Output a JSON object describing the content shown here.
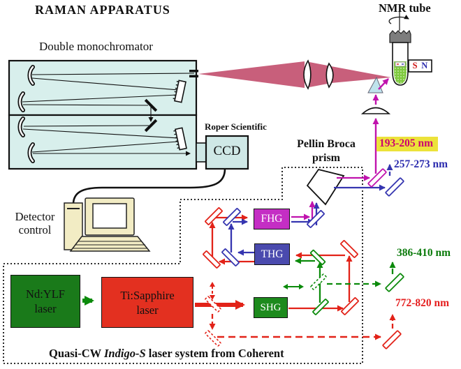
{
  "title": "RAMAN APPARATUS",
  "labels": {
    "monochromator": "Double monochromator",
    "nmr_tube": "NMR tube",
    "roper": "Roper Scientific",
    "ccd": "CCD",
    "detector_line1": "Detector",
    "detector_line2": "control",
    "prism_line1": "Pellin Broca",
    "prism_line2": "prism",
    "magnet_s": "S",
    "magnet_n": "N"
  },
  "caption": {
    "pre": "Quasi-CW ",
    "italic": "Indigo-S",
    "post": " laser system from Coherent"
  },
  "boxes": {
    "ndylf": {
      "line1": "Nd:YLF",
      "line2": "laser",
      "color": "#1a7a1a"
    },
    "tisapphire": {
      "line1": "Ti:Sapphire",
      "line2": "laser",
      "color": "#e33020"
    },
    "shg": {
      "label": "SHG",
      "color": "#1d8a1d"
    },
    "thg": {
      "label": "THG",
      "color": "#4a4aae"
    },
    "fhg": {
      "label": "FHG",
      "color": "#c42ec4"
    }
  },
  "wavelengths": {
    "fhg_out": {
      "text": "193-205 nm",
      "color": "#cc0070",
      "highlight": "#ece23a"
    },
    "thg_out": {
      "text": "257-273 nm",
      "color": "#2c2cae"
    },
    "shg_out": {
      "text": "386-410 nm",
      "color": "#0a7a0a"
    },
    "fundamental": {
      "text": "772-820 nm",
      "color": "#e51e1e"
    }
  },
  "beam_colors": {
    "red": "#e22218",
    "green": "#0b8a0b",
    "blue": "#3535b0",
    "magenta": "#c013ad",
    "collected_light": "#c85f7b"
  }
}
